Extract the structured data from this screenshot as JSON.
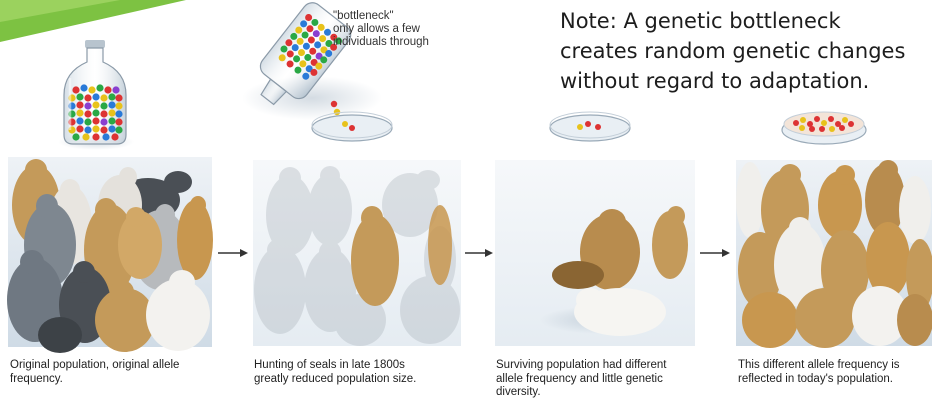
{
  "note": {
    "lines": [
      "Note: A genetic bottleneck",
      "creates random genetic changes",
      "without  regard to adaptation."
    ]
  },
  "bottleneck_label": {
    "lines": [
      "\"bottleneck\"",
      "only allows a few",
      "individuals through"
    ]
  },
  "captions": [
    {
      "lines": [
        "Original population, original allele",
        "frequency."
      ]
    },
    {
      "lines": [
        "Hunting of seals in late 1800s",
        "greatly reduced population size."
      ]
    },
    {
      "lines": [
        "Surviving population had different",
        "allele frequency and little genetic",
        "diversity."
      ]
    },
    {
      "lines": [
        "This different allele frequency is",
        "reflected in today's population."
      ]
    }
  ],
  "colors": {
    "accent_green": "#7dc242",
    "panel_blue": "#dde6ee",
    "seal_gray": "#7e8790",
    "seal_tan": "#c49a5a",
    "seal_white": "#f0efec",
    "seal_dark": "#4a4f55"
  },
  "icons": {
    "bottle": "bottle-icon",
    "dish": "petri-dish-icon",
    "arrow": "arrow-right-icon"
  }
}
